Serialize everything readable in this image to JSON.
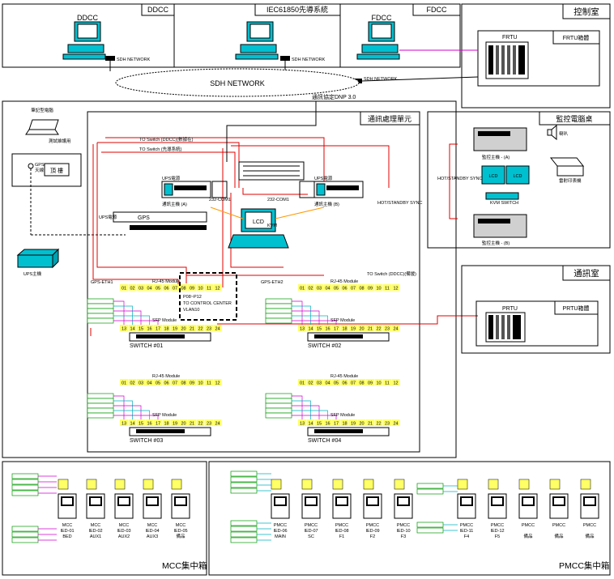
{
  "zones": {
    "ddcc": "DDCC",
    "iec": "IEC61850先導系統",
    "fdcc": "FDCC",
    "control_room": "控制室",
    "comm_unit": "通訊處理單元",
    "monitor_desk": "監控電腦桌",
    "comm_room": "通訊室",
    "mcc_box": "MCC集中箱",
    "pmcc_box": "PMCC集中箱"
  },
  "labels": {
    "ddcc_pc": "DDCC",
    "iec_pc": "",
    "fdcc_pc": "FDCC",
    "sdh_net_1": "SDH NETWORK",
    "sdh_net_2": "SDH NETWORK",
    "sdh_net_3": "SDH NETWORK",
    "sdh_cloud": "SDH NETWORK",
    "dnp": "通訊協定DNP 3.0",
    "frtu": "FRTU",
    "frtu_cab": "FRTU箱體",
    "prtu": "PRTU",
    "prtu_cab": "PRTU箱體",
    "laptop": "筆記型電腦",
    "laptop_sub": "測試維護用",
    "gps": "GPS",
    "gps_sub": "天線",
    "roof": "頂 樓",
    "ups_main": "UPS主機",
    "to_ddcc_a": "TO Switch (DDCC)(數據在)",
    "to_ddcc_b": "TO Switch (先導系統)",
    "to_ddcc_c": "TO Switch (DDCC)(備援)",
    "host_a": "通訊主機 (A)",
    "host_b": "通訊主機 (B)",
    "ups_power": "UPS電源",
    "gps_box": "GPS",
    "lcd": "LCD",
    "kvm": "KVM",
    "hot_standby": "HOT/STANDBY SYNC",
    "kvm_switch": "KVM SWITCH",
    "monitor_a": "監控主機 - (A)",
    "monitor_b": "監控主機 - (B)",
    "speaker": "喇叭",
    "printer": "雷射印表機",
    "com232a": "232-COM1",
    "com232b": "232-COM1",
    "rj45": "RJ-45 Module",
    "sfp": "SFP Module",
    "switch1": "SWITCH #01",
    "switch2": "SWITCH #02",
    "switch3": "SWITCH #03",
    "switch4": "SWITCH #04",
    "po8": "P08~P12",
    "to_cc": "TO CONTROL CENTER",
    "vlan": "VLAN10",
    "gps_eth1": "GPS-ETH1",
    "gps_eth2": "GPS-ETH2",
    "mcc_label": "MCC",
    "pmcc_label": "PMCC"
  },
  "mcc_ieds": [
    "IED-01",
    "IED-02",
    "IED-03",
    "IED-04",
    "IED-05"
  ],
  "mcc_subs": [
    "BED",
    "AUX1",
    "AUX2",
    "AUX3",
    "備品"
  ],
  "pmcc_ieds": [
    "IED-06",
    "IED-07",
    "IED-08",
    "IED-09",
    "IED-10",
    "IED-11",
    "IED-12",
    "",
    "",
    ""
  ],
  "pmcc_subs": [
    "MAIN",
    "SC",
    "F1",
    "F2",
    "F3",
    "F4",
    "F5",
    "備品",
    "備品",
    "備品"
  ],
  "ports_rj": [
    "01",
    "02",
    "03",
    "04",
    "05",
    "06",
    "07",
    "08",
    "09",
    "10",
    "11",
    "12"
  ],
  "ports_sfp": [
    "13",
    "14",
    "15",
    "16",
    "17",
    "18",
    "19",
    "20",
    "21",
    "22",
    "23",
    "24"
  ],
  "colors": {
    "red": "#e00000",
    "magenta": "#d000d0",
    "green": "#009900",
    "cyan": "#00b0c0",
    "yellow": "#ffff66",
    "orange": "#ff9900"
  }
}
